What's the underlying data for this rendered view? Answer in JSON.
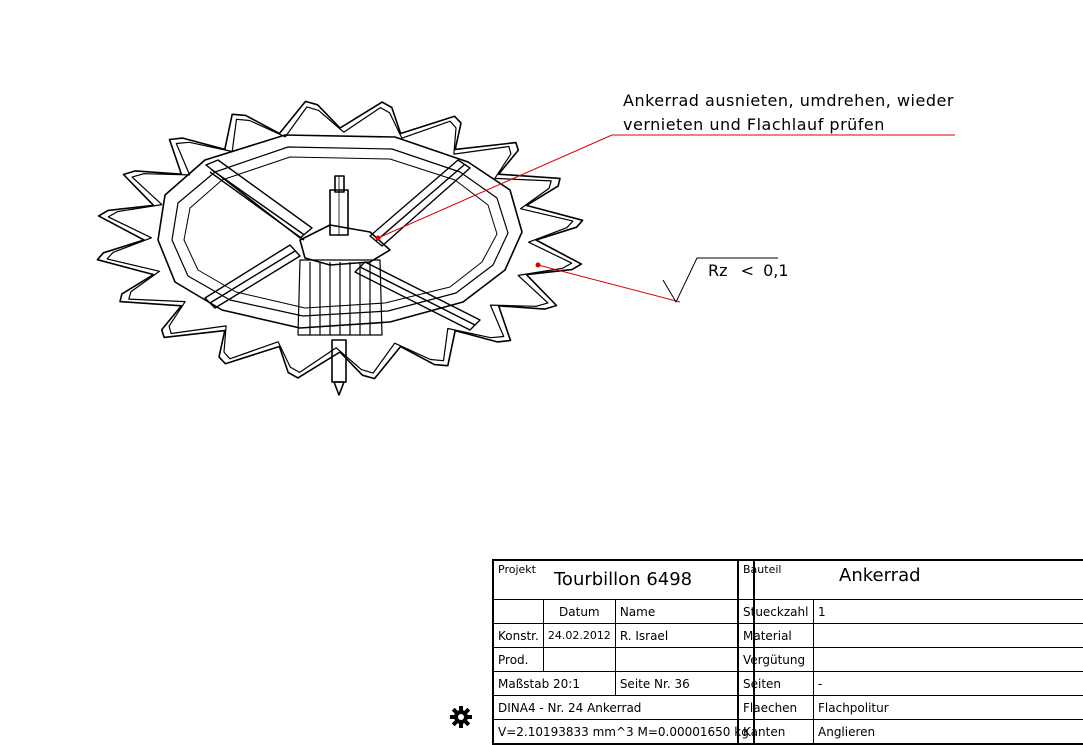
{
  "annotation": {
    "line1": "Ankerrad ausnieten, umdrehen, wieder",
    "line2": "vernieten und Flachlauf prüfen"
  },
  "surface": {
    "label": "Rz",
    "op": "<",
    "value": "0,1"
  },
  "titleblock": {
    "projekt_label": "Projekt",
    "projekt_value": "Tourbillon 6498",
    "datum_header": "Datum",
    "name_header": "Name",
    "konstr_label": "Konstr.",
    "konstr_date": "24.02.2012",
    "konstr_name": "R. Israel",
    "prod_label": "Prod.",
    "massstab": "Maßstab  20:1",
    "seite": "Seite Nr. 36",
    "dina": "DINA4 - Nr. 24 Ankerrad",
    "volume": "V=2.10193833 mm^3 M=0.00001650 kg",
    "bauteil_label": "Bauteil",
    "bauteil_value": "Ankerrad",
    "stueckzahl_label": "Stueckzahl",
    "stueckzahl_value": "1",
    "material_label": "Material",
    "material_value": "",
    "verguetung_label": "Vergütung",
    "verguetung_value": "",
    "seiten_label": "Seiten",
    "seiten_value": "-",
    "flaechen_label": "Flaechen",
    "flaechen_value": "Flachpolitur",
    "kanten_label": "Kanten",
    "kanten_value": "Anglieren"
  },
  "icons": {
    "logo": "gear-logo-icon"
  },
  "colors": {
    "leader": "#e00000",
    "line": "#000000"
  }
}
